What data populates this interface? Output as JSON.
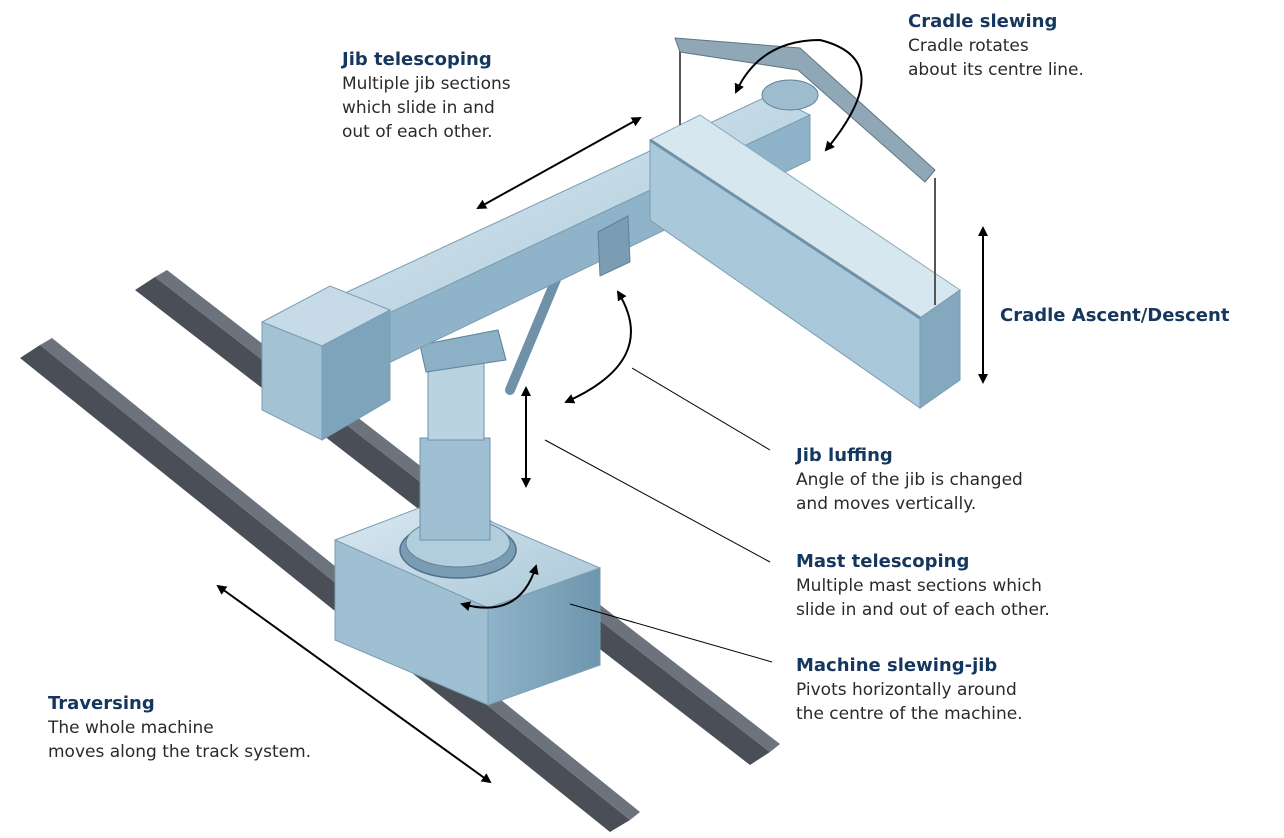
{
  "colors": {
    "title": "#15375e",
    "text": "#2a2a2a",
    "steel_light": "#c9dde8",
    "steel_mid": "#8fb3c8",
    "steel_dark": "#587f98",
    "rail": "#4a4f57"
  },
  "labels": {
    "jib_telescoping": {
      "title": "Jib telescoping",
      "lines": [
        "Multiple jib sections",
        "which slide in and",
        "out of each other."
      ]
    },
    "cradle_slewing": {
      "title": "Cradle slewing",
      "lines": [
        "Cradle rotates",
        "about its centre line."
      ]
    },
    "cradle_ascent": {
      "title": "Cradle Ascent/Descent"
    },
    "jib_luffing": {
      "title": "Jib luffing",
      "lines": [
        "Angle of the jib is changed",
        "and moves vertically."
      ]
    },
    "mast_telescoping": {
      "title": "Mast telescoping",
      "lines": [
        "Multiple mast sections which",
        "slide in and out of each other."
      ]
    },
    "machine_slewing": {
      "title": "Machine slewing-jib",
      "lines": [
        "Pivots horizontally around",
        "the centre of the machine."
      ]
    },
    "traversing": {
      "title": "Traversing",
      "lines": [
        "The whole machine",
        "moves along the track system."
      ]
    }
  }
}
